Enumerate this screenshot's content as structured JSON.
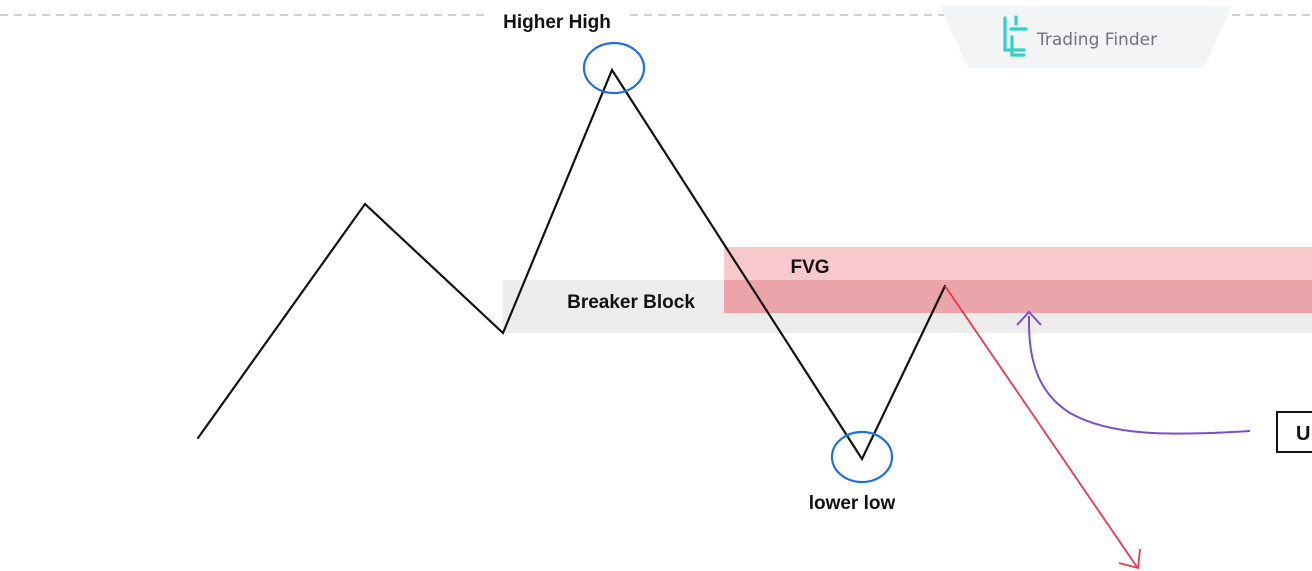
{
  "labels": {
    "higher_high": "Higher High",
    "lower_low": "lower low",
    "fvg": "FVG",
    "breaker_block": "Breaker Block",
    "cut_box": "U"
  },
  "brand": {
    "name": "Trading Finder",
    "logo_color": "#2ed3c6",
    "text_color": "#6f7479"
  },
  "colors": {
    "price_line": "#111111",
    "fvg_zone": "#f7c9cd",
    "breaker_zone": "#ececec",
    "overlap_zone": "#eba4aa",
    "highlight_circle": "#1f6fe0",
    "projection_arrow": "#e8384f",
    "pointer_arrow": "#7a4fc9",
    "dashed_line": "#b4b4b4"
  }
}
